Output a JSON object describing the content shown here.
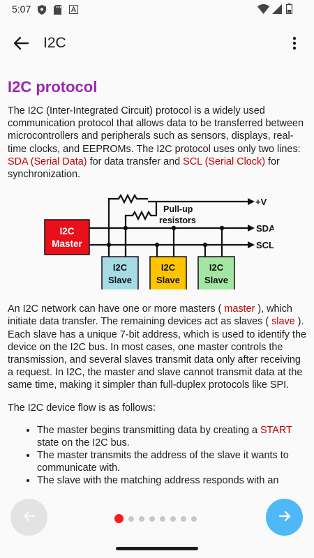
{
  "status_bar": {
    "time": "5:07"
  },
  "app_bar": {
    "title": "I2C"
  },
  "article": {
    "heading": "I2C protocol",
    "p1": {
      "t1": "The I2C (Inter-Integrated Circuit) protocol is a widely used communication protocol that allows data to be transferred between microcontrollers and peripherals such as sensors, displays, real-time clocks, and EEPROMs. The I2C protocol uses only two lines: ",
      "sda": "SDA (Serial Data)",
      "t2": " for data transfer and ",
      "scl": "SCL (Serial Clock)",
      "t3": " for synchronization."
    },
    "diagram": {
      "master": [
        "I2C",
        "Master"
      ],
      "slave": [
        "I2C",
        "Slave"
      ],
      "pullup": [
        "Pull-up",
        "resistors"
      ],
      "vplus": "+V",
      "sda": "SDA",
      "scl": "SCL",
      "colors": {
        "master": "#e8101a",
        "slave1": "#a6dbe6",
        "slave2": "#ffc400",
        "slave3": "#a3e6a3"
      }
    },
    "p2": {
      "t1": "An I2C network can have one or more masters ( ",
      "master": "master",
      "t2": " ), which initiate data transfer. The remaining devices act as slaves ( ",
      "slave": "slave",
      "t3": " ). Each slave has a unique 7-bit address, which is used to identify the device on the I2C bus. In most cases, one master controls the transmission, and several slaves transmit data only after receiving a request. In I2C, the master and slave cannot transmit data at the same time, making it simpler than full-duplex protocols like SPI."
    },
    "p3": "The I2C device flow is as follows:",
    "list": {
      "item1_a": "The master begins transmitting data by creating a ",
      "item1_start": "START",
      "item1_b": " state on the I2C bus.",
      "item2": "The master transmits the address of the slave it wants to communicate with.",
      "item3": "The slave with the matching address responds with an"
    }
  },
  "pager": {
    "total": 8,
    "active": 0
  },
  "accent": {
    "heading": "#9c27b0",
    "link": "#c00000",
    "next_button": "#4fb8f7",
    "active_dot": "#ff1a1a"
  }
}
